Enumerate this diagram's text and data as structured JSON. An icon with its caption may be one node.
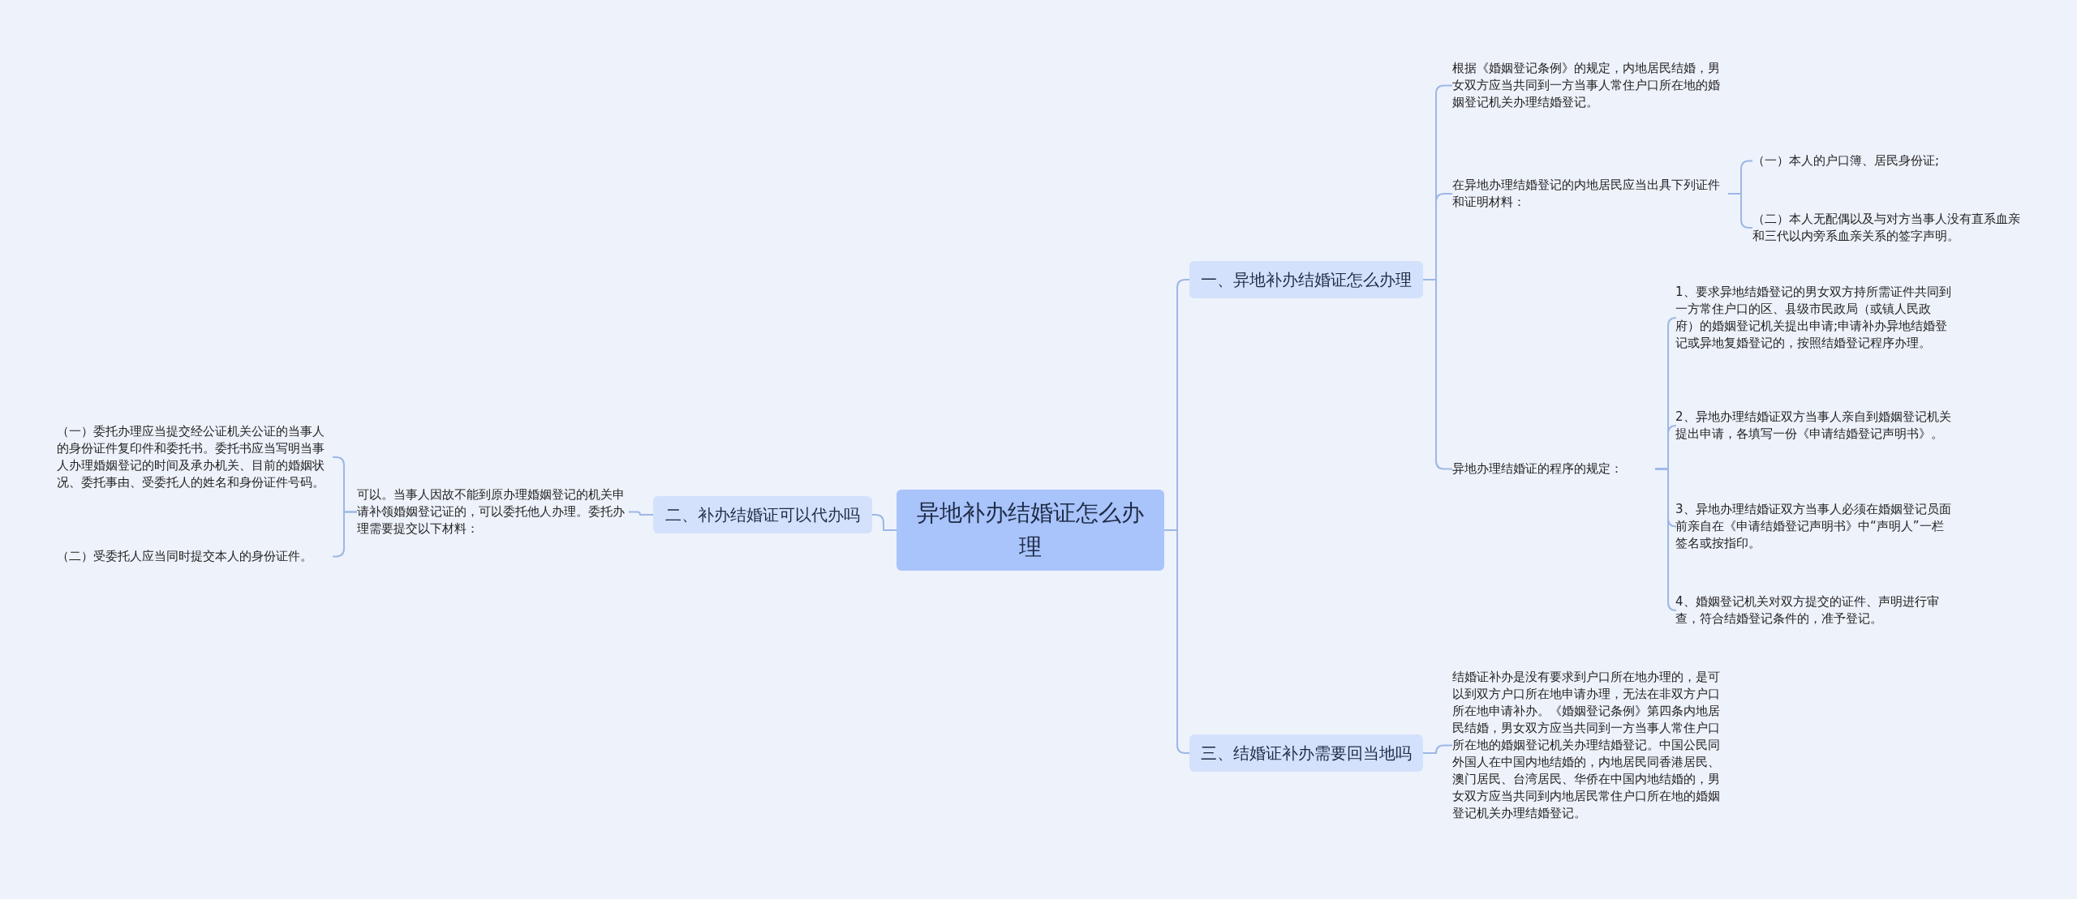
{
  "diagram": {
    "nodes": [
      {
        "text": [
          "异地补办结婚证怎么办理"
        ]
      },
      {
        "text": [
          "一、异地补办结婚证怎么办理"
        ]
      },
      {
        "text": [
          "根据《婚姻登记条例》的规定，内地居民结婚，男女双方应当共同到一方当事人常住户口所在地的婚姻登记机关办理结婚登记。"
        ]
      },
      {
        "text": [
          "在异地办理结婚登记的内地居民应当出具下列证件和证明材料："
        ]
      },
      {
        "text": [
          "（一）本人的户口簿、居民身份证;"
        ]
      },
      {
        "text": [
          "（二）本人无配偶以及与对方当事人没有直系血亲和三代以内旁系血亲关系的签字声明。"
        ]
      },
      {
        "text": [
          "异地办理结婚证的程序的规定："
        ]
      },
      {
        "text": [
          "1、要求异地结婚登记的男女双方持所需证件共同到一方常住户口的区、县级市民政局（或镇人民政府）的婚姻登记机关提出申请;申请补办异地结婚登记或异地复婚登记的，按照结婚登记程序办理。"
        ]
      },
      {
        "text": [
          "2、异地办理结婚证双方当事人亲自到婚姻登记机关提出申请，各填写一份《申请结婚登记声明书》。"
        ]
      },
      {
        "text": [
          "3、异地办理结婚证双方当事人必须在婚姻登记员面前亲自在《申请结婚登记声明书》中“声明人”一栏签名或按指印。"
        ]
      },
      {
        "text": [
          "4、婚姻登记机关对双方提交的证件、声明进行审查，符合结婚登记条件的，准予登记。"
        ]
      },
      {
        "text": [
          "二、补办结婚证可以代办吗"
        ]
      },
      {
        "text": [
          "可以。当事人因故不能到原办理婚姻登记的机关申请补领婚姻登记证的，可以委托他人办理。委托办理需要提交以下材料："
        ]
      },
      {
        "text": [
          "（一）委托办理应当提交经公证机关公证的当事人的身份证件复印件和委托书。委托书应当写明当事人办理婚姻登记的时间及承办机关、目前的婚姻状况、委托事由、受委托人的姓名和身份证件号码。"
        ]
      },
      {
        "text": [
          "（二）受委托人应当同时提交本人的身份证件。"
        ]
      },
      {
        "text": [
          "三、结婚证补办需要回当地吗"
        ]
      },
      {
        "text": [
          "结婚证补办是没有要求到户口所在地办理的，是可以到双方户口所在地申请办理，无法在非双方户口所在地申请补办。《婚姻登记条例》第四条内地居民结婚，男女双方应当共同到一方当事人常住户口所在地的婚姻登记机关办理结婚登记。中国公民同外国人在中国内地结婚的，内地居民同香港居民、澳门居民、台湾居民、华侨在中国内地结婚的，男女双方应当共同到内地居民常住户口所在地的婚姻登记机关办理结婚登记。"
        ]
      }
    ],
    "edges": [
      {
        "from": 0,
        "to": 1,
        "arrow": "none"
      },
      {
        "from": 1,
        "to": 2,
        "arrow": "none"
      },
      {
        "from": 1,
        "to": 3,
        "arrow": "none"
      },
      {
        "from": 3,
        "to": 4,
        "arrow": "none"
      },
      {
        "from": 3,
        "to": 5,
        "arrow": "none"
      },
      {
        "from": 1,
        "to": 6,
        "arrow": "none"
      },
      {
        "from": 6,
        "to": 7,
        "arrow": "none"
      },
      {
        "from": 6,
        "to": 8,
        "arrow": "none"
      },
      {
        "from": 6,
        "to": 9,
        "arrow": "none"
      },
      {
        "from": 6,
        "to": 10,
        "arrow": "none"
      },
      {
        "from": 0,
        "to": 11,
        "arrow": "none"
      },
      {
        "from": 11,
        "to": 12,
        "arrow": "none"
      },
      {
        "from": 12,
        "to": 13,
        "arrow": "none"
      },
      {
        "from": 12,
        "to": 14,
        "arrow": "none"
      },
      {
        "from": 0,
        "to": 15,
        "arrow": "none"
      },
      {
        "from": 15,
        "to": 16,
        "arrow": "none"
      }
    ]
  }
}
